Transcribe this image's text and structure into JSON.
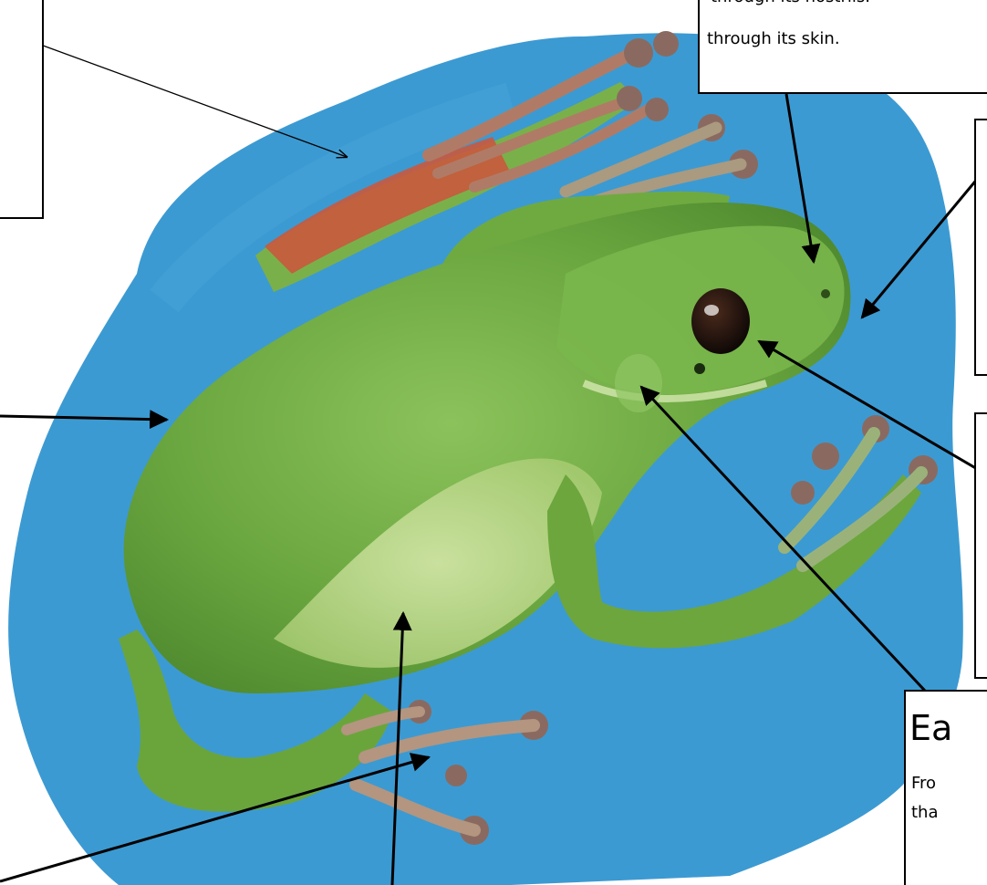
{
  "colors": {
    "background": "#ffffff",
    "backdrop": "#3c9ad2",
    "frog_body": "#6fae44",
    "frog_belly": "#c9df9c",
    "toe_pads": "#8a6a60",
    "thigh_red": "#c9593d",
    "callout_border": "#000000",
    "arrow": "#000000"
  },
  "callouts": {
    "breathing": {
      "line1": "through its nostrils.",
      "line2": "through its skin."
    },
    "ears": {
      "heading_visible": "Ea",
      "line1": "Fro",
      "line2": "tha"
    }
  }
}
